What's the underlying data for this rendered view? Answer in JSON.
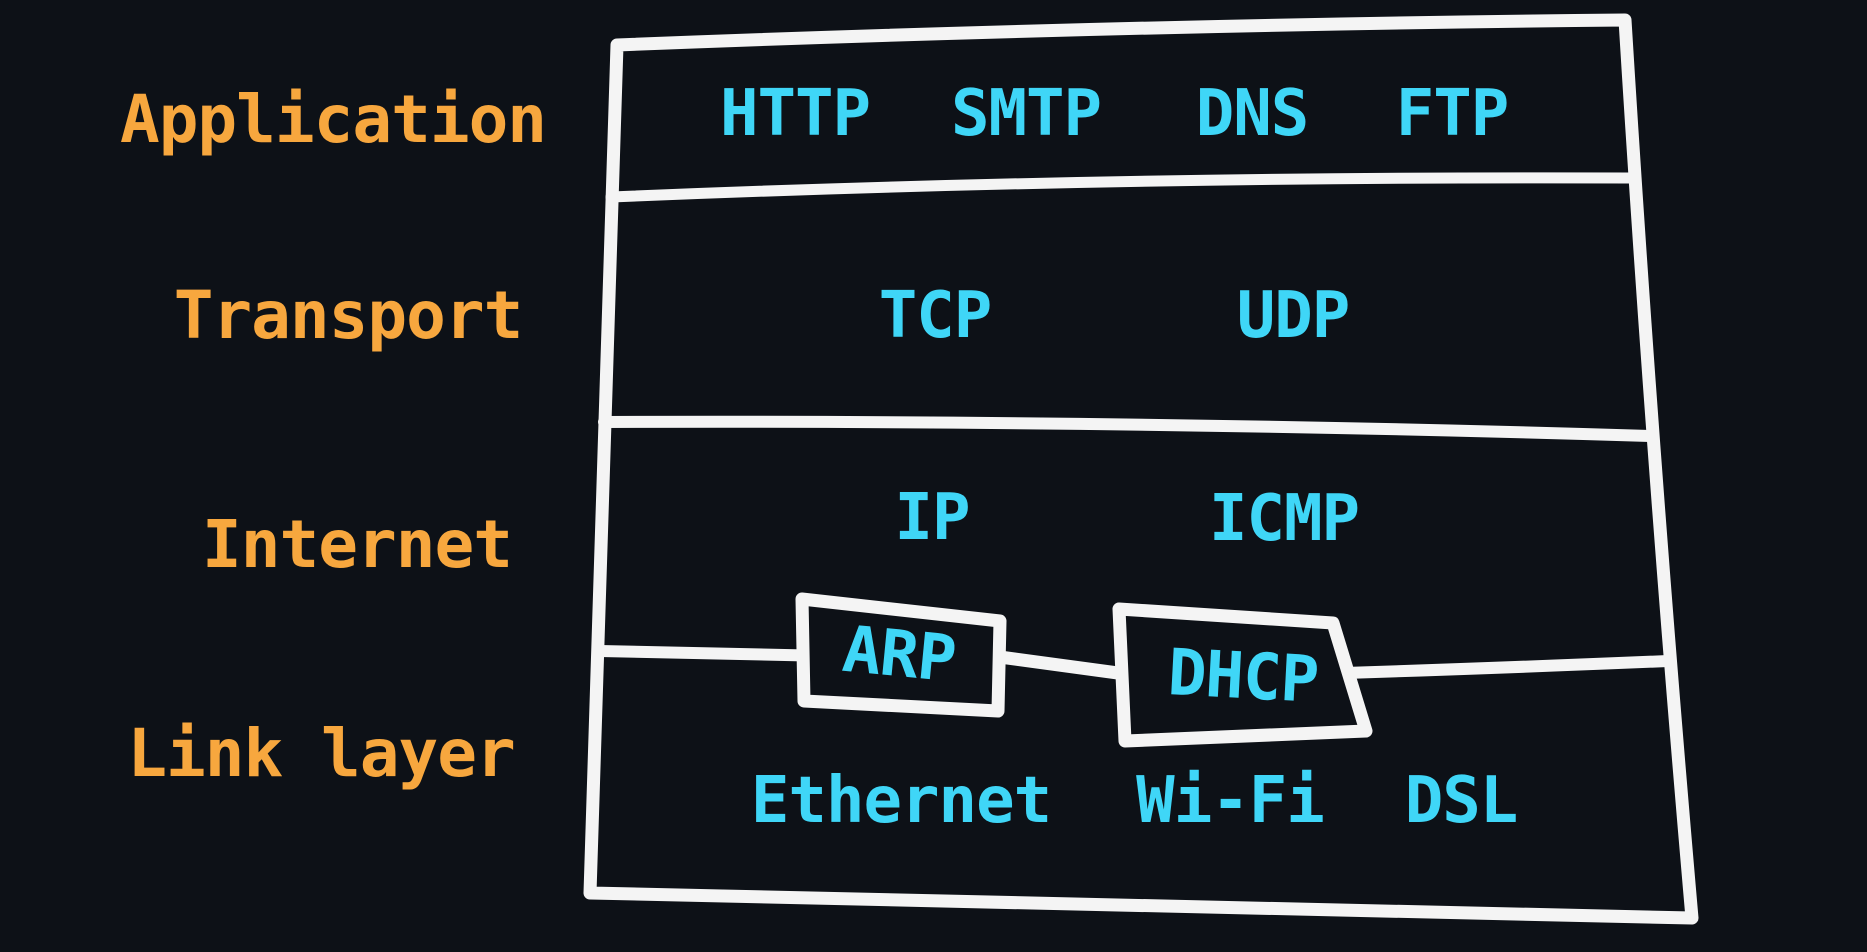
{
  "diagram": {
    "description": "TCP/IP protocol stack",
    "colors": {
      "background": "#0d1117",
      "stroke": "#f4f4f4",
      "layer_label": "#f7a73e",
      "protocol": "#3fd6f7"
    },
    "layers": [
      {
        "label": "Application",
        "protocols": [
          "HTTP",
          "SMTP",
          "DNS",
          "FTP"
        ]
      },
      {
        "label": "Transport",
        "protocols": [
          "TCP",
          "UDP"
        ]
      },
      {
        "label": "Internet",
        "protocols": [
          "IP",
          "ICMP"
        ]
      },
      {
        "label": "Link layer",
        "protocols": [
          "Ethernet",
          "Wi-Fi",
          "DSL"
        ]
      }
    ],
    "straddle_boxes": [
      {
        "label": "ARP"
      },
      {
        "label": "DHCP"
      }
    ]
  }
}
